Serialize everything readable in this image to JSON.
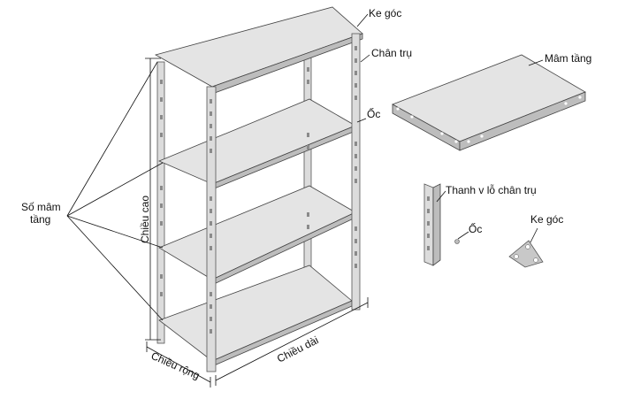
{
  "labels": {
    "ke_goc_top": "Ke góc",
    "chan_tru": "Chân trụ",
    "oc_top": "Ốc",
    "mam_tang": "Mâm tầng",
    "so_mam_tang_1": "Số mâm",
    "so_mam_tang_2": "tầng",
    "chieu_cao": "Chiều cao",
    "chieu_rong": "Chiều rộng",
    "chieu_dai": "Chiều dài",
    "thanh_v": "Thanh v lỗ chân trụ",
    "oc_part": "Ốc",
    "ke_goc_part": "Ke góc"
  },
  "colors": {
    "metal": "#dcdcdc",
    "shelf_top": "#e4e4e4",
    "shelf_edge": "#bdbdbd",
    "outline": "#444444",
    "text": "#111111"
  },
  "shelf_count": 4
}
